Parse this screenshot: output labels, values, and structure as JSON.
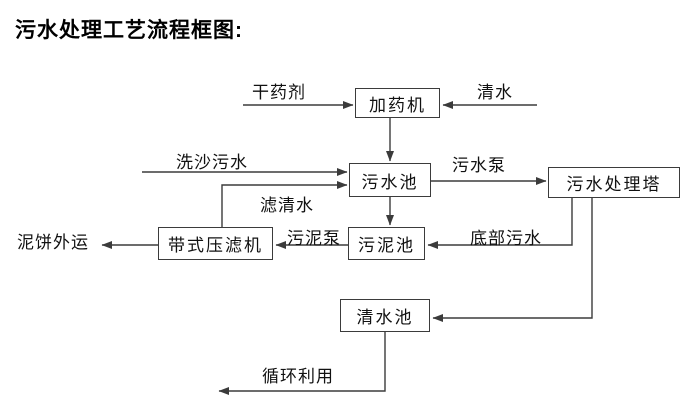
{
  "title": "污水处理工艺流程框图",
  "colors": {
    "line": "#3b3b3b",
    "text": "#111111",
    "background": "#ffffff"
  },
  "nodes": {
    "dosing_machine": "加药机",
    "sewage_pool": "污水池",
    "treatment_tower": "污水处理塔",
    "belt_filter_press": "带式压滤机",
    "sludge_pool": "污泥池",
    "clear_water_pool": "清水池"
  },
  "edge_labels": {
    "dry_chemical": "干药剂",
    "clear_water": "清水",
    "sand_wash_sewage": "洗沙污水",
    "filtered_water": "滤清水",
    "sewage_pump": "污水泵",
    "sludge_pump": "污泥泵",
    "bottom_sewage": "底部污水",
    "mud_cake_out": "泥饼外运",
    "recycle": "循环利用"
  }
}
